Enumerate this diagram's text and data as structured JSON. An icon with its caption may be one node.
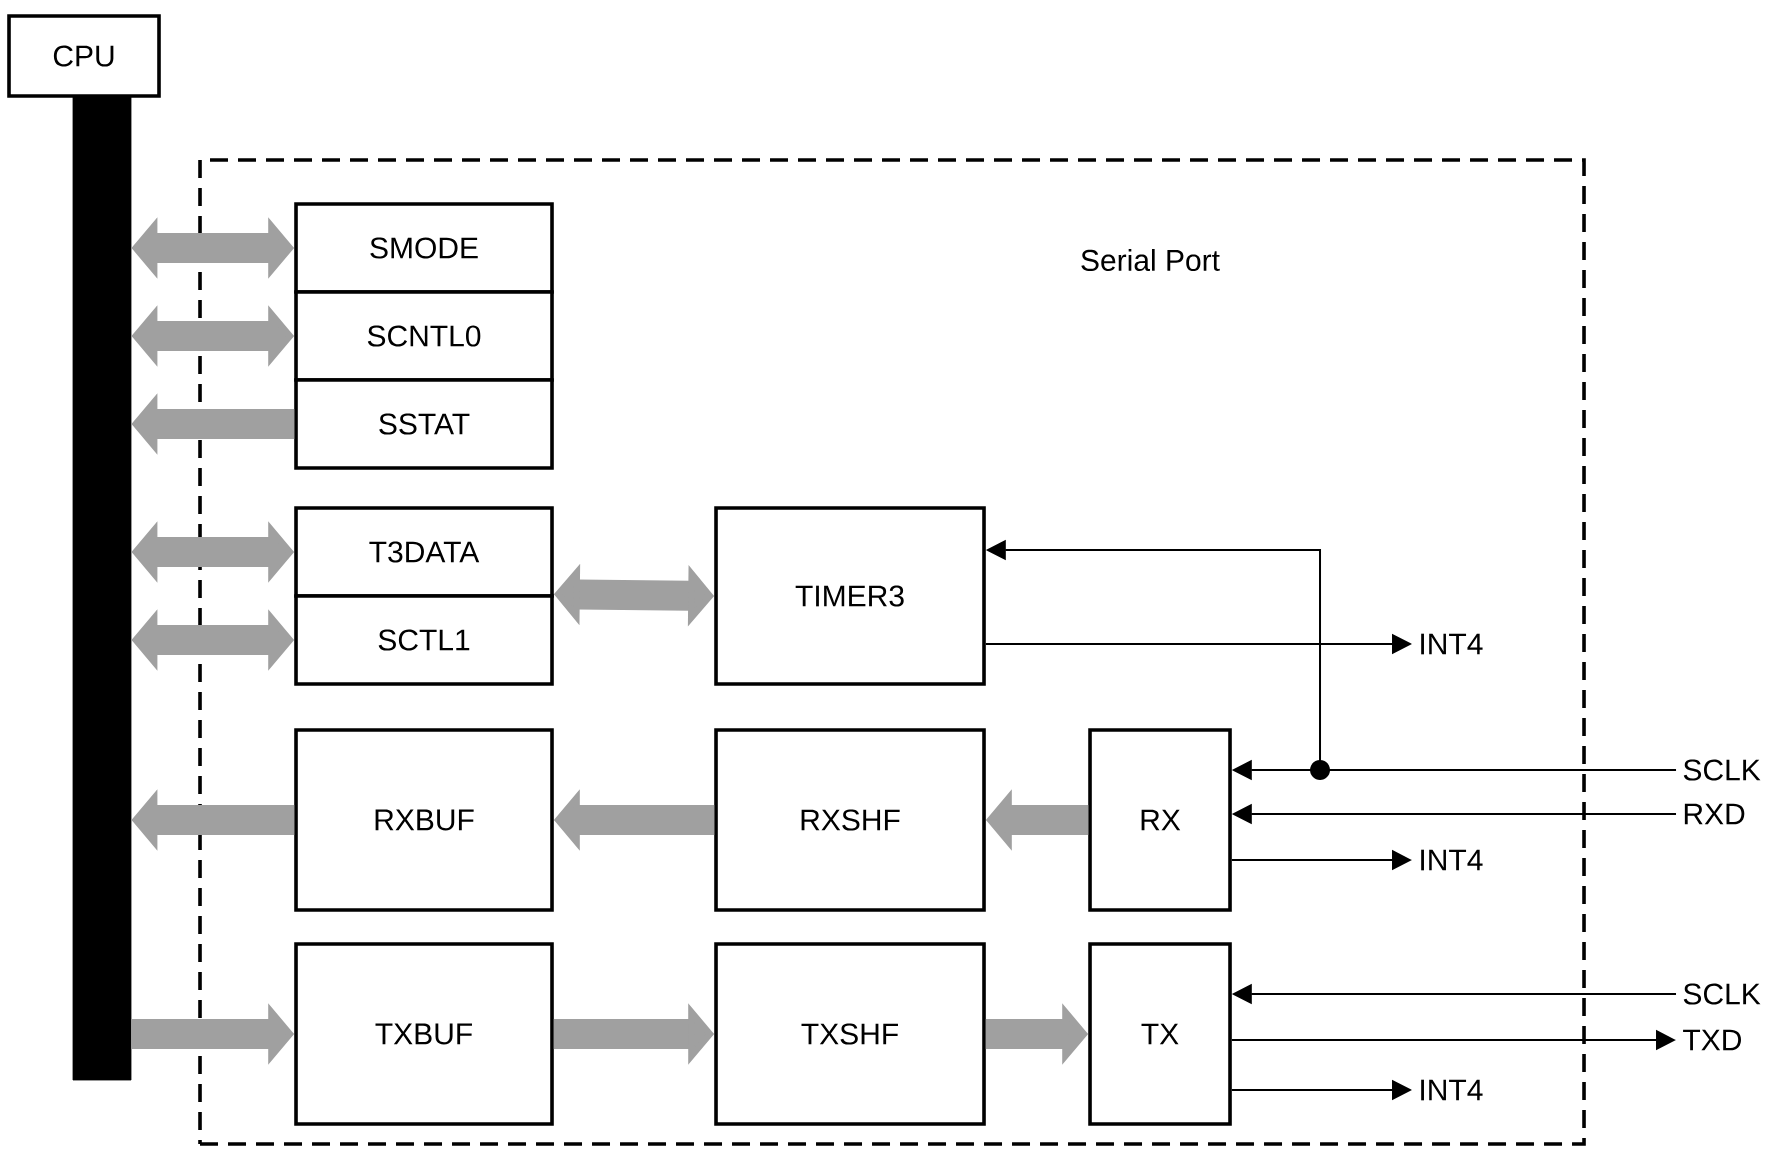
{
  "diagram": {
    "nodes": [
      {
        "text": [
          "CPU"
        ]
      },
      {
        "text": [],
        "shape": "bar"
      },
      {
        "text": [
          "Serial Port"
        ]
      },
      {
        "text": [
          "SMODE"
        ],
        "in": 2
      },
      {
        "text": [
          "SCNTL0"
        ],
        "in": 2
      },
      {
        "text": [
          "SSTAT"
        ],
        "in": 2
      },
      {
        "text": [
          "T3DATA"
        ],
        "in": 2
      },
      {
        "text": [
          "SCTL1"
        ],
        "in": 2
      },
      {
        "text": [
          "TIMER3"
        ],
        "in": 2
      },
      {
        "text": [
          "RXBUF"
        ],
        "in": 2
      },
      {
        "text": [
          "RXSHF"
        ],
        "in": 2
      },
      {
        "text": [
          "RX"
        ],
        "in": 2
      },
      {
        "text": [
          "TXBUF"
        ],
        "in": 2
      },
      {
        "text": [
          "TXSHF"
        ],
        "in": 2
      },
      {
        "text": [
          "TX"
        ],
        "in": 2
      },
      {
        "text": [
          "INT4"
        ],
        "in": 2
      },
      {
        "text": [
          "SCLK"
        ]
      },
      {
        "text": [
          "RXD"
        ]
      },
      {
        "text": [
          "INT4"
        ],
        "in": 2
      },
      {
        "text": [
          "SCLK"
        ]
      },
      {
        "text": [
          "TXD"
        ]
      },
      {
        "text": [
          "INT4"
        ],
        "in": 2
      }
    ],
    "edges": [
      {
        "from": 1,
        "to": 3,
        "arrow": "both"
      },
      {
        "from": 1,
        "to": 4,
        "arrow": "both"
      },
      {
        "from": 5,
        "to": 1,
        "arrow": "to"
      },
      {
        "from": 1,
        "to": 6,
        "arrow": "both"
      },
      {
        "from": 1,
        "to": 7,
        "arrow": "both"
      },
      {
        "from": 7,
        "to": 8,
        "arrow": "both"
      },
      {
        "from": 9,
        "to": 1,
        "arrow": "to"
      },
      {
        "from": 10,
        "to": 9,
        "arrow": "to"
      },
      {
        "from": 11,
        "to": 10,
        "arrow": "to"
      },
      {
        "from": 1,
        "to": 12,
        "arrow": "to"
      },
      {
        "from": 12,
        "to": 13,
        "arrow": "to"
      },
      {
        "from": 13,
        "to": 14,
        "arrow": "to"
      },
      {
        "from": 8,
        "to": 15,
        "arrow": "to",
        "color": "#000000"
      },
      {
        "from": 16,
        "to": 11,
        "arrow": "to",
        "color": "#000000"
      },
      {
        "from": 16,
        "to": 8,
        "arrow": "to",
        "color": "#000000"
      },
      {
        "from": 17,
        "to": 11,
        "arrow": "to",
        "color": "#000000"
      },
      {
        "from": 11,
        "to": 18,
        "arrow": "to",
        "color": "#000000"
      },
      {
        "from": 19,
        "to": 14,
        "arrow": "to",
        "color": "#000000"
      },
      {
        "from": 14,
        "to": 20,
        "arrow": "to",
        "color": "#000000"
      },
      {
        "from": 14,
        "to": 21,
        "arrow": "to",
        "color": "#000000"
      }
    ]
  }
}
